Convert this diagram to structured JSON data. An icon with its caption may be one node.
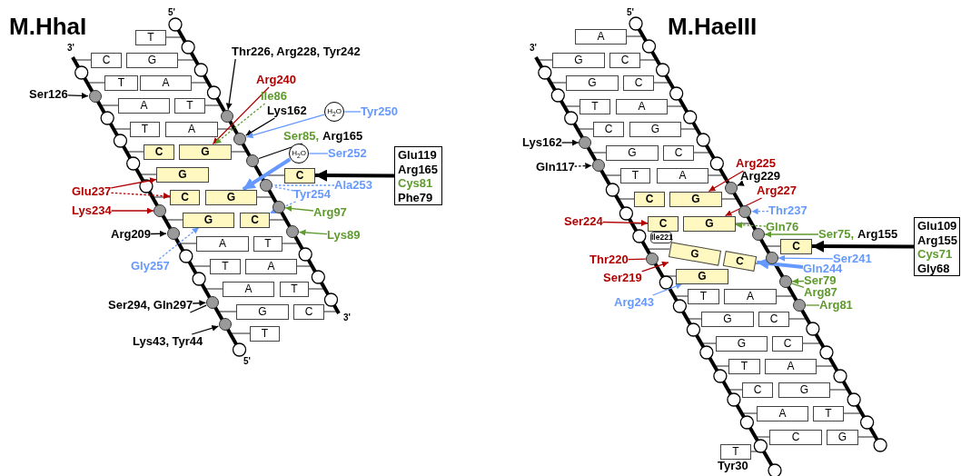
{
  "diagram": {
    "nodes": [
      {
        "text": [
          "T"
        ]
      },
      {
        "text": [
          "C"
        ]
      },
      {
        "text": [
          "G"
        ]
      },
      {
        "text": [
          "T"
        ]
      },
      {
        "text": [
          "A"
        ]
      },
      {
        "text": [
          "A"
        ]
      },
      {
        "text": [
          "T"
        ]
      },
      {
        "text": [
          "T"
        ]
      },
      {
        "text": [
          "A"
        ]
      },
      {
        "text": [
          "C"
        ]
      },
      {
        "text": [
          "G"
        ]
      },
      {
        "text": [
          "G"
        ]
      },
      {
        "text": [
          "C"
        ]
      },
      {
        "text": [
          "C"
        ]
      },
      {
        "text": [
          "G"
        ]
      },
      {
        "text": [
          "G"
        ]
      },
      {
        "text": [
          "C"
        ]
      },
      {
        "text": [
          "A"
        ]
      },
      {
        "text": [
          "T"
        ]
      },
      {
        "text": [
          "T"
        ]
      },
      {
        "text": [
          "A"
        ]
      },
      {
        "text": [
          "A"
        ]
      },
      {
        "text": [
          "T"
        ]
      },
      {
        "text": [
          "G"
        ]
      },
      {
        "text": [
          "C"
        ]
      },
      {
        "text": [
          "T"
        ]
      },
      {
        "text": [],
        "shape": "circle"
      },
      {
        "text": [],
        "shape": "circle"
      },
      {
        "text": [],
        "shape": "circle"
      },
      {
        "text": [],
        "shape": "circle"
      },
      {
        "text": [],
        "shape": "circle"
      },
      {
        "text": [],
        "shape": "circle"
      },
      {
        "text": [],
        "shape": "circle"
      },
      {
        "text": [],
        "shape": "circle"
      },
      {
        "text": [],
        "shape": "circle"
      },
      {
        "text": [],
        "shape": "circle"
      },
      {
        "text": [],
        "shape": "circle"
      },
      {
        "text": [
          "Ser126"
        ]
      },
      {
        "text": [
          "Thr226, Arg228, Tyr242"
        ]
      },
      {
        "text": [
          "Arg240"
        ]
      },
      {
        "text": [
          "Ile86"
        ]
      },
      {
        "text": [
          "Lys162"
        ]
      },
      {
        "text": [
          "H$_{2}$O"
        ]
      },
      {
        "text": [
          "Tyr250"
        ]
      },
      {
        "text": [
          "Ser85,",
          "Arg165"
        ]
      },
      {
        "text": [
          "H$_{2}$O"
        ]
      },
      {
        "text": [
          "Ser252"
        ]
      },
      {
        "text": [
          "Glu119",
          "Arg165",
          "Cys81",
          "Phe79"
        ]
      },
      {
        "text": [
          "Ala253"
        ]
      },
      {
        "text": [
          "Tyr254"
        ]
      },
      {
        "text": [
          "Arg97"
        ]
      },
      {
        "text": [
          "Lys89"
        ]
      },
      {
        "text": [
          "Glu237"
        ]
      },
      {
        "text": [
          "Lys234"
        ]
      },
      {
        "text": [
          "Arg209"
        ]
      },
      {
        "text": [
          "Gly257"
        ]
      },
      {
        "text": [
          "Ser294, Gln297"
        ]
      },
      {
        "text": [
          "Lys43, Tyr44"
        ]
      },
      {
        "text": [
          "A"
        ]
      },
      {
        "text": [
          "G"
        ]
      },
      {
        "text": [
          "C"
        ]
      },
      {
        "text": [
          "G"
        ]
      },
      {
        "text": [
          "C"
        ]
      },
      {
        "text": [
          "T"
        ]
      },
      {
        "text": [
          "A"
        ]
      },
      {
        "text": [
          "C"
        ]
      },
      {
        "text": [
          "G"
        ]
      },
      {
        "text": [
          "G"
        ]
      },
      {
        "text": [
          "C"
        ]
      },
      {
        "text": [
          "T"
        ]
      },
      {
        "text": [
          "A"
        ]
      },
      {
        "text": [
          "C"
        ]
      },
      {
        "text": [
          "G"
        ]
      },
      {
        "text": [
          "C"
        ]
      },
      {
        "text": [
          "G"
        ]
      },
      {
        "text": [
          "Ile221"
        ]
      },
      {
        "text": [
          "G"
        ]
      },
      {
        "text": [
          "C"
        ]
      },
      {
        "text": [
          "C"
        ]
      },
      {
        "text": [
          "G"
        ]
      },
      {
        "text": [
          "T"
        ]
      },
      {
        "text": [
          "A"
        ]
      },
      {
        "text": [
          "G"
        ]
      },
      {
        "text": [
          "C"
        ]
      },
      {
        "text": [
          "G"
        ]
      },
      {
        "text": [
          "C"
        ]
      },
      {
        "text": [
          "T"
        ]
      },
      {
        "text": [
          "A"
        ]
      },
      {
        "text": [
          "C"
        ]
      },
      {
        "text": [
          "G"
        ]
      },
      {
        "text": [
          "A"
        ]
      },
      {
        "text": [
          "T"
        ]
      },
      {
        "text": [
          "C"
        ]
      },
      {
        "text": [
          "G"
        ]
      },
      {
        "text": [
          "T"
        ]
      },
      {
        "text": [],
        "shape": "circle"
      },
      {
        "text": [],
        "shape": "circle"
      },
      {
        "text": [],
        "shape": "circle"
      },
      {
        "text": [],
        "shape": "circle"
      },
      {
        "text": [],
        "shape": "circle"
      },
      {
        "text": [],
        "shape": "circle"
      },
      {
        "text": [],
        "shape": "circle"
      },
      {
        "text": [],
        "shape": "circle"
      },
      {
        "text": [],
        "shape": "circle"
      },
      {
        "text": [
          "Lys162"
        ]
      },
      {
        "text": [
          "Gln117"
        ]
      },
      {
        "text": [
          "Arg225"
        ]
      },
      {
        "text": [
          "Arg229"
        ]
      },
      {
        "text": [
          "Arg227"
        ]
      },
      {
        "text": [
          "Thr237"
        ]
      },
      {
        "text": [
          "Gln76"
        ]
      },
      {
        "text": [
          "Ser75,",
          "Arg155"
        ]
      },
      {
        "text": [
          "Glu109",
          "Arg155",
          "Cys71",
          "Gly68"
        ]
      },
      {
        "text": [
          "Ser241"
        ]
      },
      {
        "text": [
          "Gln244"
        ]
      },
      {
        "text": [
          "Ser79"
        ]
      },
      {
        "text": [
          "Arg87"
        ]
      },
      {
        "text": [
          "Arg81"
        ]
      },
      {
        "text": [
          "Ser224"
        ]
      },
      {
        "text": [
          "Thr220"
        ]
      },
      {
        "text": [
          "Ser219"
        ]
      },
      {
        "text": [
          "Arg243"
        ]
      }
    ],
    "edges": [
      {
        "from": 37,
        "to": 26,
        "arrow": "to"
      },
      {
        "from": 38,
        "to": 27,
        "arrow": "to"
      },
      {
        "from": 39,
        "to": 10,
        "arrow": "to",
        "color": "#b00000"
      },
      {
        "from": 40,
        "to": 10,
        "arrow": "to",
        "style": "dashed",
        "color": "#5e9a2e"
      },
      {
        "from": 41,
        "to": 28,
        "arrow": "to"
      },
      {
        "from": 43,
        "to": 42,
        "arrow": "none",
        "color": "#6699ff"
      },
      {
        "from": 42,
        "to": 28,
        "arrow": "to",
        "color": "#6699ff"
      },
      {
        "from": 44,
        "to": 29,
        "arrow": "none"
      },
      {
        "from": 46,
        "to": 45,
        "arrow": "none",
        "color": "#6699ff"
      },
      {
        "from": 45,
        "to": 14,
        "arrow": "to",
        "style": "thick",
        "color": "#6699ff"
      },
      {
        "from": 47,
        "to": 12,
        "arrow": "to",
        "style": "thick"
      },
      {
        "from": 48,
        "to": 30,
        "arrow": "none",
        "style": "dashed",
        "color": "#6699ff"
      },
      {
        "from": 49,
        "to": 30,
        "arrow": "none",
        "style": "dashed",
        "color": "#6699ff"
      },
      {
        "from": 49,
        "to": 16,
        "arrow": "to",
        "style": "dashed",
        "color": "#6699ff"
      },
      {
        "from": 50,
        "to": 31,
        "arrow": "to",
        "color": "#5e9a2e"
      },
      {
        "from": 51,
        "to": 33,
        "arrow": "to",
        "color": "#5e9a2e"
      },
      {
        "from": 52,
        "to": 11,
        "arrow": "to",
        "color": "#b00000"
      },
      {
        "from": 52,
        "to": 13,
        "arrow": "to",
        "style": "dashed",
        "color": "#b00000"
      },
      {
        "from": 53,
        "to": 32,
        "arrow": "to",
        "color": "#b00000"
      },
      {
        "from": 54,
        "to": 34,
        "arrow": "to"
      },
      {
        "from": 55,
        "to": 15,
        "arrow": "to",
        "style": "dashed",
        "color": "#6699ff"
      },
      {
        "from": 56,
        "to": 35,
        "arrow": "to"
      },
      {
        "from": 56,
        "to": 35,
        "arrow": "none"
      },
      {
        "from": 57,
        "to": 36,
        "arrow": "to"
      },
      {
        "from": 104,
        "to": 95,
        "arrow": "to"
      },
      {
        "from": 105,
        "to": 96,
        "arrow": "to",
        "style": "dashed"
      },
      {
        "from": 106,
        "to": 72,
        "arrow": "to",
        "color": "#b00000"
      },
      {
        "from": 107,
        "to": 97,
        "arrow": "to"
      },
      {
        "from": 108,
        "to": 74,
        "arrow": "to",
        "color": "#b00000"
      },
      {
        "from": 109,
        "to": 98,
        "arrow": "to",
        "style": "dashed",
        "color": "#6699ff"
      },
      {
        "from": 110,
        "to": 74,
        "arrow": "to",
        "style": "dashed",
        "color": "#5e9a2e"
      },
      {
        "from": 111,
        "to": 99,
        "arrow": "to",
        "color": "#5e9a2e"
      },
      {
        "from": 112,
        "to": 78,
        "arrow": "to",
        "style": "thick"
      },
      {
        "from": 113,
        "to": 101,
        "arrow": "to",
        "color": "#6699ff"
      },
      {
        "from": 114,
        "to": 77,
        "arrow": "to",
        "style": "thick",
        "color": "#6699ff"
      },
      {
        "from": 115,
        "to": 102,
        "arrow": "to",
        "color": "#5e9a2e"
      },
      {
        "from": 116,
        "to": 102,
        "arrow": "none",
        "color": "#5e9a2e"
      },
      {
        "from": 117,
        "to": 103,
        "arrow": "none",
        "color": "#5e9a2e"
      },
      {
        "from": 118,
        "to": 73,
        "arrow": "to",
        "color": "#b00000"
      },
      {
        "from": 119,
        "to": 100,
        "arrow": "none",
        "color": "#b00000"
      },
      {
        "from": 120,
        "to": 76,
        "arrow": "to",
        "color": "#b00000"
      },
      {
        "from": 121,
        "to": 79,
        "arrow": "to",
        "color": "#6699ff"
      }
    ],
    "labels": [
      "M.HhaI",
      "5'",
      "3'",
      "3'",
      "5'",
      "M.HaeIII",
      "5'",
      "3'",
      "Tyr30"
    ]
  }
}
